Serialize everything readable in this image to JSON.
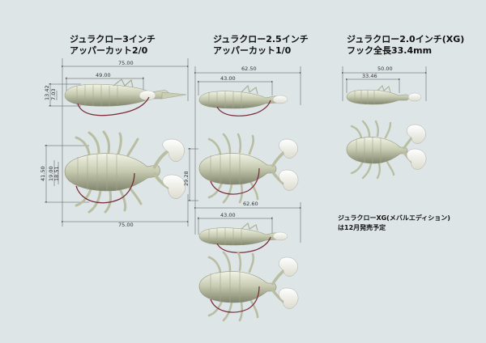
{
  "groups": [
    {
      "title_line1": "ジュラクロー3インチ",
      "title_line2": "アッパーカット2/0",
      "dimensions": {
        "top_total_width": "75.00",
        "top_body_width": "49.00",
        "top_height": "13.42",
        "top_inner_height": "7.03",
        "side_total_height": "41.50",
        "side_inner_height": "19.00",
        "side_inner_height_2": "18.51",
        "bottom_total_width": "75.00"
      }
    },
    {
      "title_line1": "ジュラクロー2.5インチ",
      "title_line2": "アッパーカット1/0",
      "dimensions": {
        "top_total_width": "62.50",
        "top_body_width": "43.00",
        "side_height": "29.28",
        "mid_total_width": "62.60",
        "mid_body_width": "43.00"
      }
    },
    {
      "title_line1": "ジュラクロー2.0インチ(XG)",
      "title_line2": "フック全長33.4mm",
      "dimensions": {
        "top_total_width": "50.00",
        "top_body_width": "33.46"
      }
    }
  ],
  "note": {
    "line1": "ジュラクローXG(メバルエディション)",
    "line2": "は12月発売予定"
  },
  "colors": {
    "background": "#dde5e6",
    "lure_body": "#c9cdb3",
    "lure_shadow": "#8f947a",
    "lure_highlight": "#f2f3e6",
    "claw": "#f6f6ef",
    "hook": "#7a2a3a",
    "dim_line": "#555555"
  }
}
